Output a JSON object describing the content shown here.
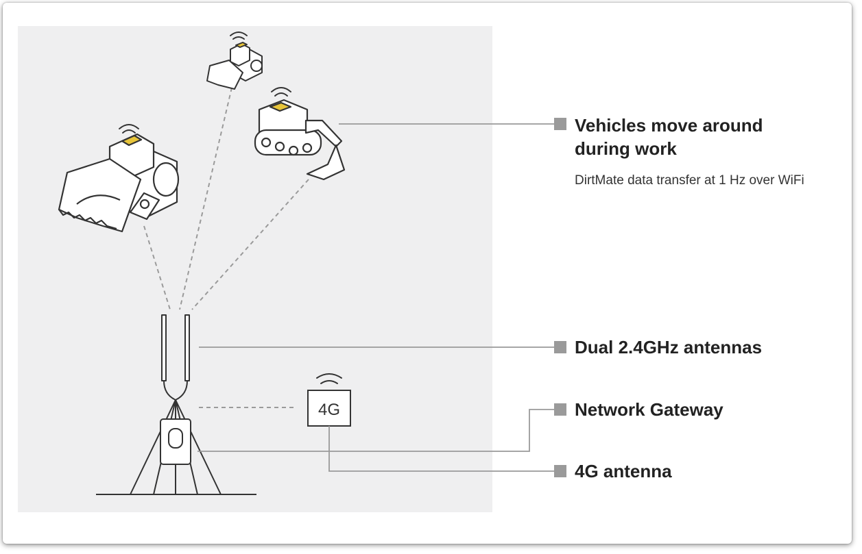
{
  "labels": {
    "vehicles": {
      "title": "Vehicles move around during work",
      "subtitle": "DirtMate data transfer at 1 Hz over WiFi"
    },
    "antennas": "Dual 2.4GHz antennas",
    "gateway": "Network Gateway",
    "antenna_4g": "4G antenna"
  },
  "badge_4g": "4G",
  "colors": {
    "background_panel": "#efeff0",
    "marker": "#9a9a9a",
    "line": "#8f8f8f",
    "icon_accent": "#e8c53a",
    "text": "#222222"
  }
}
